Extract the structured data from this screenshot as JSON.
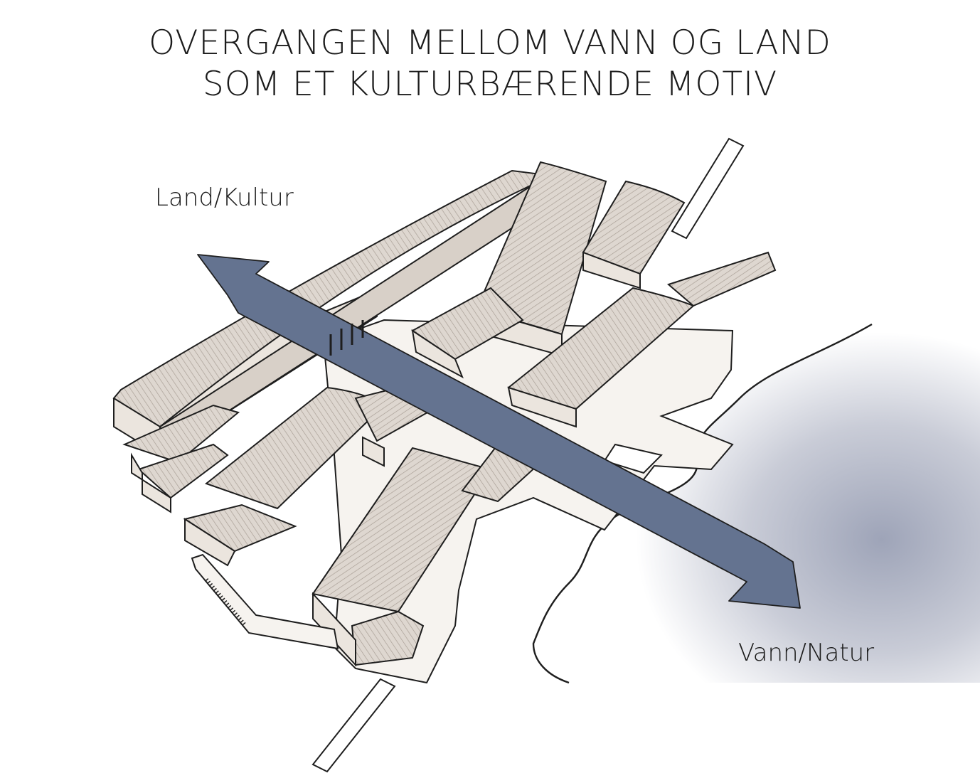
{
  "title": {
    "line1": "OVERGANGEN MELLOM VANN OG LAND",
    "line2": "SOM ET KULTURBÆRENDE MOTIV"
  },
  "labels": {
    "land": "Land/Kultur",
    "water": "Vann/Natur"
  },
  "colors": {
    "axis_arrow": "#647390",
    "roof": "#ded7d0",
    "roof_line": "#9d948c",
    "wall": "#ebe5de",
    "wall_shadow": "#d8d0c8",
    "ground": "#f6f3ef",
    "outline": "#1e1e1e",
    "water": "#aeb3c4"
  }
}
